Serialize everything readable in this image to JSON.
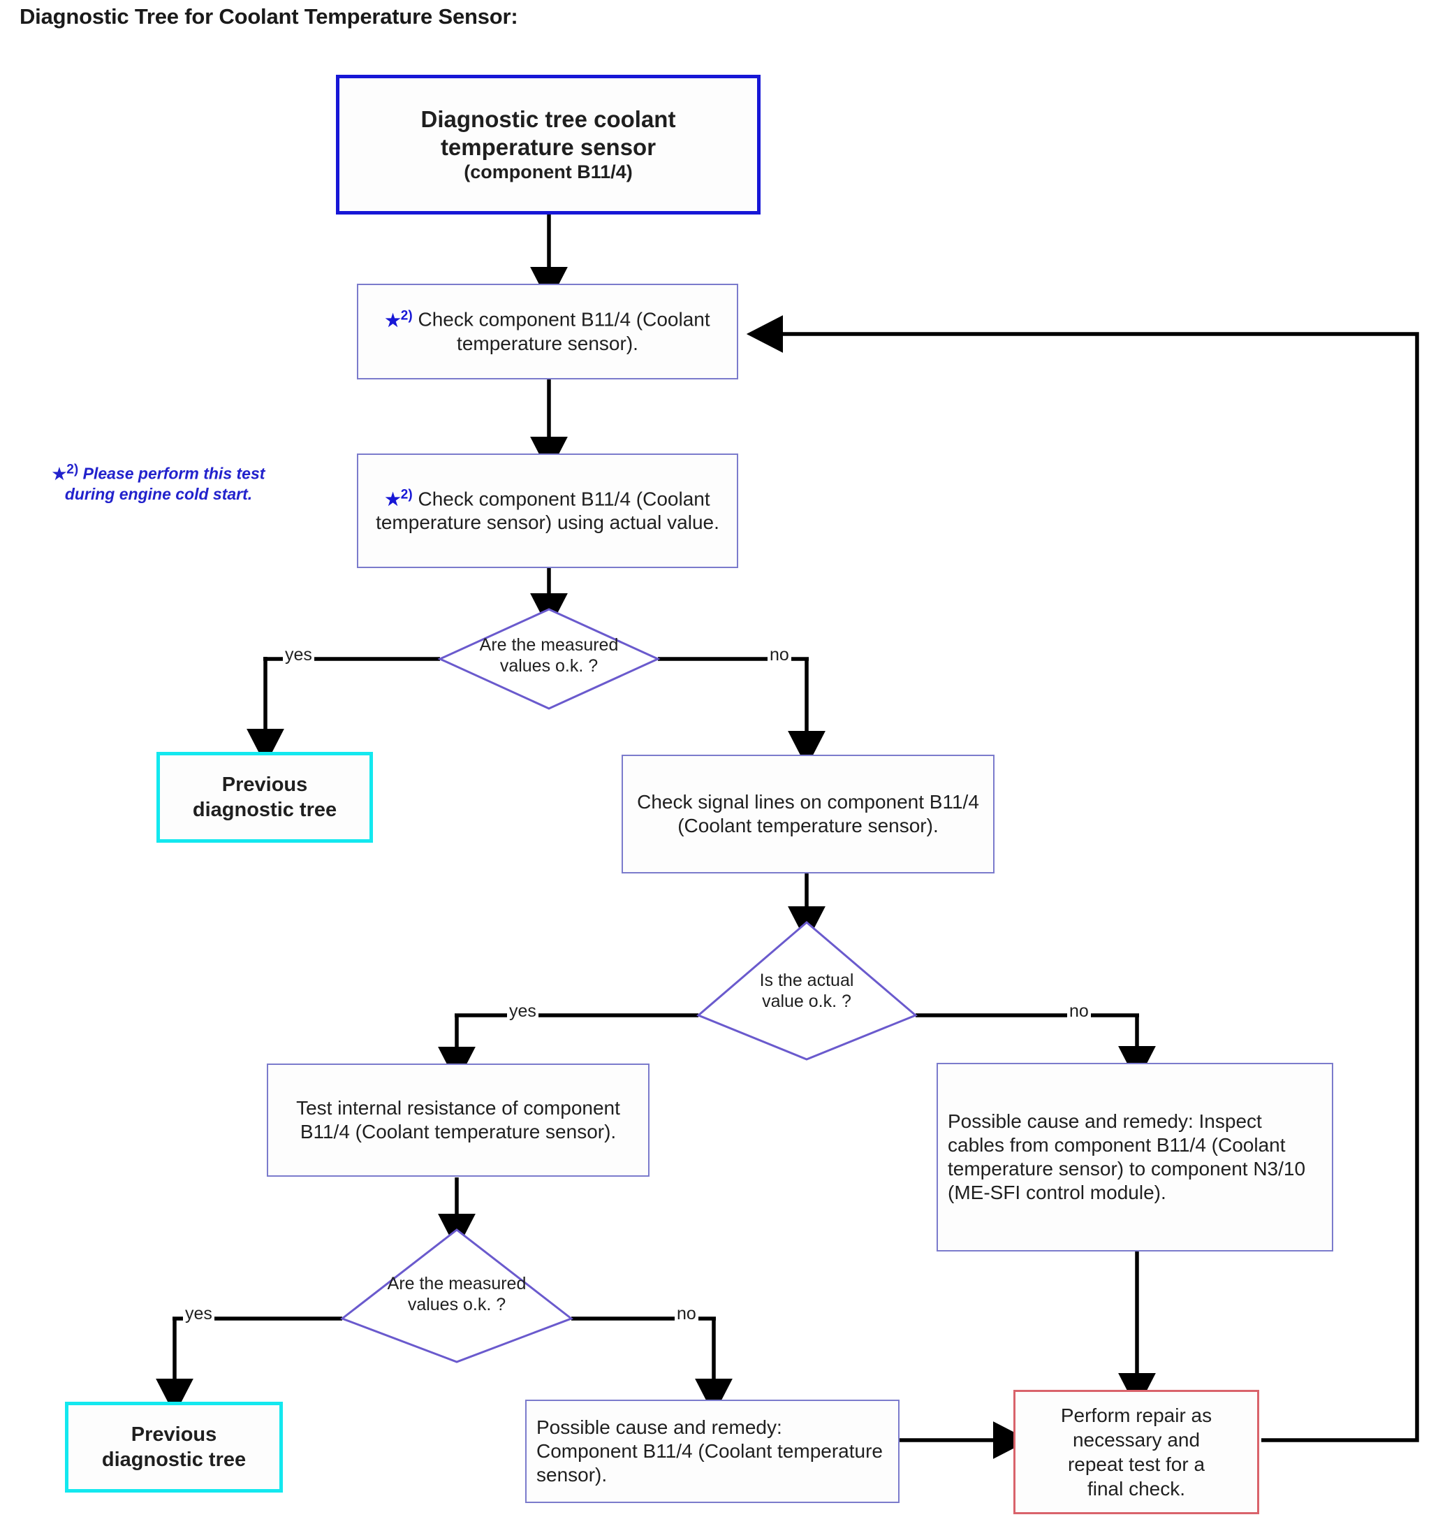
{
  "page": {
    "title": "Diagnostic Tree for Coolant Temperature Sensor:",
    "footnote_marker": "*2)",
    "footnote_text": "Please perform this test during engine cold start."
  },
  "colors": {
    "start_border": "#1717d6",
    "process_border": "#7b7bcc",
    "terminal_border": "#13e8ef",
    "repair_border": "#d9636b",
    "diamond_border": "#6a5acd",
    "connector": "#000000",
    "footnote_text": "#2222cc"
  },
  "nodes": {
    "start": {
      "line1": "Diagnostic tree coolant",
      "line2": "temperature sensor",
      "line3": "(component B11/4)"
    },
    "check_component": {
      "marker": "*2)",
      "text": "Check component B11/4 (Coolant temperature sensor)."
    },
    "check_actual_value": {
      "marker": "*2)",
      "text": "Check component B11/4 (Coolant temperature sensor) using actual value."
    },
    "decision_measured_1": {
      "line1": "Are the measured",
      "line2": "values o.k. ?"
    },
    "previous_tree_1": {
      "line1": "Previous",
      "line2": "diagnostic tree"
    },
    "check_signal_lines": {
      "text": "Check signal lines on component B11/4 (Coolant temperature sensor)."
    },
    "decision_actual_value": {
      "line1": "Is the actual",
      "line2": "value o.k. ?"
    },
    "test_internal_resistance": {
      "text": "Test internal resistance of component B11/4 (Coolant temperature sensor)."
    },
    "inspect_cables": {
      "text": "Possible cause and remedy: Inspect cables from component B11/4 (Coolant temperature sensor) to component N3/10 (ME-SFI control module)."
    },
    "decision_measured_2": {
      "line1": "Are the measured",
      "line2": "values o.k. ?"
    },
    "previous_tree_2": {
      "line1": "Previous",
      "line2": "diagnostic tree"
    },
    "cause_component": {
      "text": "Possible cause and remedy: Component B11/4 (Coolant temperature sensor)."
    },
    "perform_repair": {
      "line1": "Perform repair as",
      "line2": "necessary and",
      "line3": "repeat test for a",
      "line4": "final check."
    }
  },
  "edges": {
    "yes_1": "yes",
    "no_1": "no",
    "yes_2": "yes",
    "no_2": "no",
    "yes_3": "yes",
    "no_3": "no"
  }
}
